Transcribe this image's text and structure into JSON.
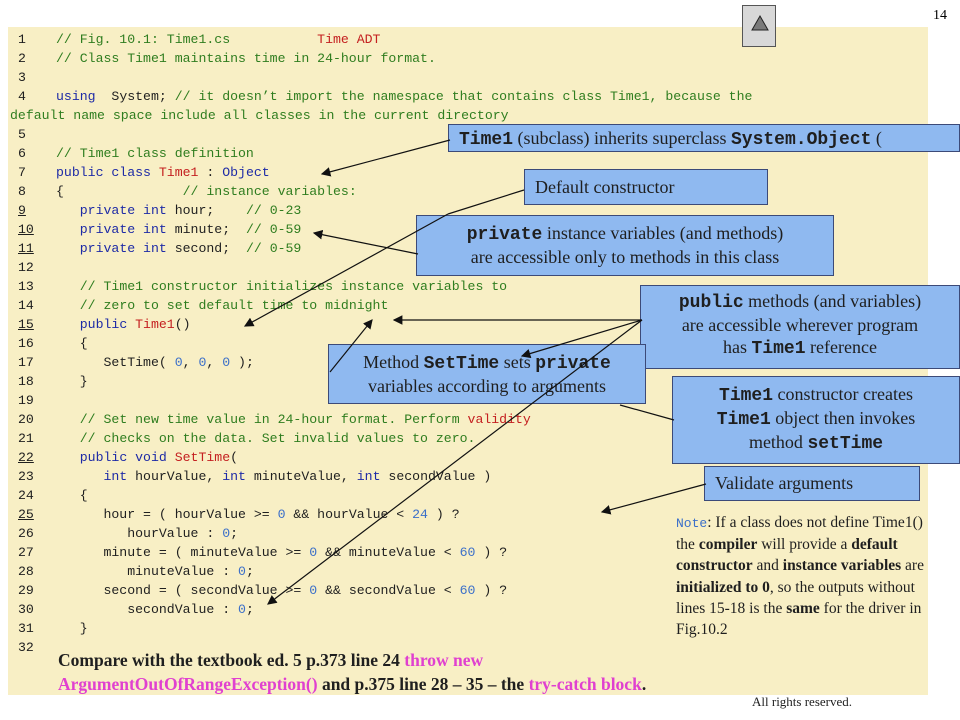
{
  "page": {
    "number": "14",
    "footer": "All rights reserved."
  },
  "code": {
    "lines": [
      {
        "n": "1",
        "u": false,
        "s": [
          [
            "cm",
            "// Fig. 10.1: Time1.cs           "
          ],
          [
            "rd",
            "Time ADT"
          ]
        ]
      },
      {
        "n": "2",
        "u": false,
        "s": [
          [
            "cm",
            "// Class Time1 maintains time in 24-hour format."
          ]
        ]
      },
      {
        "n": "3",
        "u": false,
        "s": []
      },
      {
        "n": "4",
        "u": false,
        "s": [
          [
            "kw",
            "using"
          ],
          [
            "",
            "  System; "
          ],
          [
            "cm",
            "// it doesn’t import the namespace that contains class Time1, because the"
          ]
        ]
      },
      {
        "n": "",
        "u": false,
        "x": true,
        "s": [
          [
            "cm",
            "default name space include all classes in the current directory"
          ]
        ]
      },
      {
        "n": "5",
        "u": false,
        "s": []
      },
      {
        "n": "6",
        "u": false,
        "s": [
          [
            "cm",
            "// Time1 class definition"
          ]
        ]
      },
      {
        "n": "7",
        "u": false,
        "s": [
          [
            "kw",
            "public class"
          ],
          [
            "rd",
            " Time1 "
          ],
          [
            "",
            ": "
          ],
          [
            "kw",
            "Object"
          ]
        ]
      },
      {
        "n": "8",
        "u": false,
        "s": [
          [
            "",
            "{               "
          ],
          [
            "cm",
            "// instance variables:"
          ]
        ]
      },
      {
        "n": "9",
        "u": true,
        "s": [
          [
            "",
            "   "
          ],
          [
            "kw",
            "private int"
          ],
          [
            "",
            " hour;    "
          ],
          [
            "cm",
            "// 0-23"
          ]
        ]
      },
      {
        "n": "10",
        "u": true,
        "s": [
          [
            "",
            "   "
          ],
          [
            "kw",
            "private int"
          ],
          [
            "",
            " minute;  "
          ],
          [
            "cm",
            "// 0-59"
          ]
        ]
      },
      {
        "n": "11",
        "u": true,
        "s": [
          [
            "",
            "   "
          ],
          [
            "kw",
            "private int"
          ],
          [
            "",
            " second;  "
          ],
          [
            "cm",
            "// 0-59"
          ]
        ]
      },
      {
        "n": "12",
        "u": false,
        "s": []
      },
      {
        "n": "13",
        "u": false,
        "s": [
          [
            "",
            "   "
          ],
          [
            "cm",
            "// Time1 constructor initializes instance variables to"
          ]
        ]
      },
      {
        "n": "14",
        "u": false,
        "s": [
          [
            "",
            "   "
          ],
          [
            "cm",
            "// zero to set default time to midnight"
          ]
        ]
      },
      {
        "n": "15",
        "u": true,
        "s": [
          [
            "",
            "   "
          ],
          [
            "kw",
            "public"
          ],
          [
            "rd",
            " Time1"
          ],
          [
            "",
            "()"
          ]
        ]
      },
      {
        "n": "16",
        "u": false,
        "s": [
          [
            "",
            "   {"
          ]
        ]
      },
      {
        "n": "17",
        "u": false,
        "s": [
          [
            "",
            "      SetTime( "
          ],
          [
            "nm",
            "0"
          ],
          [
            "",
            ", "
          ],
          [
            "nm",
            "0"
          ],
          [
            "",
            ", "
          ],
          [
            "nm",
            "0"
          ],
          [
            "",
            " );"
          ]
        ]
      },
      {
        "n": "18",
        "u": false,
        "s": [
          [
            "",
            "   }"
          ]
        ]
      },
      {
        "n": "19",
        "u": false,
        "s": []
      },
      {
        "n": "20",
        "u": false,
        "s": [
          [
            "",
            "   "
          ],
          [
            "cm",
            "// Set new time value in 24-hour format. Perform "
          ],
          [
            "rd",
            "validity"
          ]
        ]
      },
      {
        "n": "21",
        "u": false,
        "s": [
          [
            "",
            "   "
          ],
          [
            "cm",
            "// checks on the data. Set invalid values to zero."
          ]
        ]
      },
      {
        "n": "22",
        "u": true,
        "s": [
          [
            "",
            "   "
          ],
          [
            "kw",
            "public void"
          ],
          [
            "rd",
            " SetTime"
          ],
          [
            "",
            "("
          ]
        ]
      },
      {
        "n": "23",
        "u": false,
        "s": [
          [
            "",
            "      "
          ],
          [
            "kw",
            "int"
          ],
          [
            "",
            " hourValue, "
          ],
          [
            "kw",
            "int"
          ],
          [
            "",
            " minuteValue, "
          ],
          [
            "kw",
            "int"
          ],
          [
            "",
            " secondValue )"
          ]
        ]
      },
      {
        "n": "24",
        "u": false,
        "s": [
          [
            "",
            "   {"
          ]
        ]
      },
      {
        "n": "25",
        "u": true,
        "s": [
          [
            "",
            "      hour = ( hourValue >= "
          ],
          [
            "nm",
            "0"
          ],
          [
            "",
            " && hourValue < "
          ],
          [
            "nm",
            "24"
          ],
          [
            "",
            " ) ?"
          ]
        ]
      },
      {
        "n": "26",
        "u": false,
        "s": [
          [
            "",
            "         hourValue : "
          ],
          [
            "nm",
            "0"
          ],
          [
            "",
            ";"
          ]
        ]
      },
      {
        "n": "27",
        "u": false,
        "s": [
          [
            "",
            "      minute = ( minuteValue >= "
          ],
          [
            "nm",
            "0"
          ],
          [
            "",
            " && minuteValue < "
          ],
          [
            "nm",
            "60"
          ],
          [
            "",
            " ) ?"
          ]
        ]
      },
      {
        "n": "28",
        "u": false,
        "s": [
          [
            "",
            "         minuteValue : "
          ],
          [
            "nm",
            "0"
          ],
          [
            "",
            ";"
          ]
        ]
      },
      {
        "n": "29",
        "u": false,
        "s": [
          [
            "",
            "      second = ( secondValue >= "
          ],
          [
            "nm",
            "0"
          ],
          [
            "",
            " && secondValue < "
          ],
          [
            "nm",
            "60"
          ],
          [
            "",
            " ) ?"
          ]
        ]
      },
      {
        "n": "30",
        "u": false,
        "s": [
          [
            "",
            "         secondValue : "
          ],
          [
            "nm",
            "0"
          ],
          [
            "",
            ";"
          ]
        ]
      },
      {
        "n": "31",
        "u": false,
        "s": [
          [
            "",
            "   }"
          ]
        ]
      },
      {
        "n": "32",
        "u": false,
        "s": []
      }
    ]
  },
  "callouts": {
    "superclass": [
      [
        "m",
        "Time1"
      ],
      [
        "",
        " (subclass) inherits superclass "
      ],
      [
        "m",
        "System.Object"
      ],
      [
        "",
        " ("
      ]
    ],
    "default_constructor": [
      [
        "",
        "Default constructor"
      ]
    ],
    "private_vars_1": [
      [
        "m",
        "private"
      ],
      [
        "",
        " instance variables (and methods)"
      ]
    ],
    "private_vars_2": [
      [
        "",
        "are accessible  only to methods in this class"
      ]
    ],
    "public_methods_1": [
      [
        "m",
        "public"
      ],
      [
        "",
        " methods (and variables)"
      ]
    ],
    "public_methods_2": [
      [
        "",
        "are accessible  wherever program"
      ]
    ],
    "public_methods_3": [
      [
        "",
        "has "
      ],
      [
        "m",
        "Time1"
      ],
      [
        "",
        " reference"
      ]
    ],
    "settime_1": [
      [
        "",
        "Method "
      ],
      [
        "m",
        "SetTime"
      ],
      [
        "",
        " sets "
      ],
      [
        "m",
        "private"
      ]
    ],
    "settime_2": [
      [
        "",
        "variables according to arguments"
      ]
    ],
    "ctor_1": [
      [
        "m",
        "Time1"
      ],
      [
        "",
        " constructor creates"
      ]
    ],
    "ctor_2": [
      [
        "m",
        "Time1"
      ],
      [
        "",
        " object then invokes"
      ]
    ],
    "ctor_3": [
      [
        "",
        "method "
      ],
      [
        "m",
        "setTime"
      ]
    ],
    "validate": [
      [
        "",
        "Validate arguments"
      ]
    ]
  },
  "note": {
    "label": "Note",
    "segments": [
      [
        "nk",
        "Note"
      ],
      [
        "",
        ": If a class does not define Time1() the "
      ],
      [
        "b",
        "compiler"
      ],
      [
        "",
        " will provide a "
      ],
      [
        "b",
        "default constructor"
      ],
      [
        "",
        " and "
      ],
      [
        "b",
        "instance variables"
      ],
      [
        "",
        " are "
      ],
      [
        "b",
        "initialized to 0"
      ],
      [
        "",
        ", so the outputs without lines 15-18 is the "
      ],
      [
        "b",
        "same"
      ],
      [
        "",
        " for the driver in Fig.10.2"
      ]
    ]
  },
  "compare": {
    "segments": [
      [
        "",
        "Compare with the textbook ed. 5 p.373 line 24 "
      ],
      [
        "pk",
        "throw new ArgumentOutOfRangeException()"
      ],
      [
        "",
        " and p.375 line 28 – 35 – the "
      ],
      [
        "pk",
        "try-catch block"
      ],
      [
        "",
        "."
      ]
    ]
  },
  "colors": {
    "panel_bg": "#f8efc5",
    "callout_bg": "#8fb9f0",
    "comment": "#2f7d1f",
    "keyword": "#1d2aa6",
    "identifier": "#c42020",
    "number": "#3b6fc9",
    "pink": "#e040d0"
  },
  "icons": {
    "nav": "triangle-up-icon"
  }
}
